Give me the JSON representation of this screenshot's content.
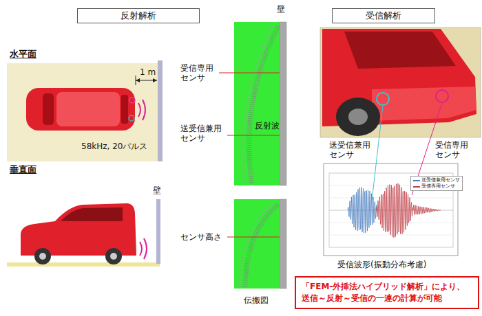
{
  "diagram": {
    "nodes": [
      {
        "text": [
          "反射解析"
        ]
      },
      {
        "text": [
          "受信解析"
        ]
      },
      {
        "text": [
          "「FEM-外挿法ハイブリッド解析」により、 送信～反射～受信の一連の計算が可能"
        ]
      }
    ],
    "labels": [
      "壁",
      "水平面",
      "1 m",
      "58kHz, 20パルス",
      "垂直面",
      "壁",
      "受信専用 センサ",
      "送受信兼用 センサ",
      "反射波",
      "センサ高さ",
      "伝搬図",
      "送受信兼用 センサ",
      "受信専用 センサ",
      "受信波形(振動分布考慮)"
    ],
    "legend": [
      {
        "text": "送受信兼用センサ"
      },
      {
        "text": "受信専用センサ"
      }
    ]
  }
}
